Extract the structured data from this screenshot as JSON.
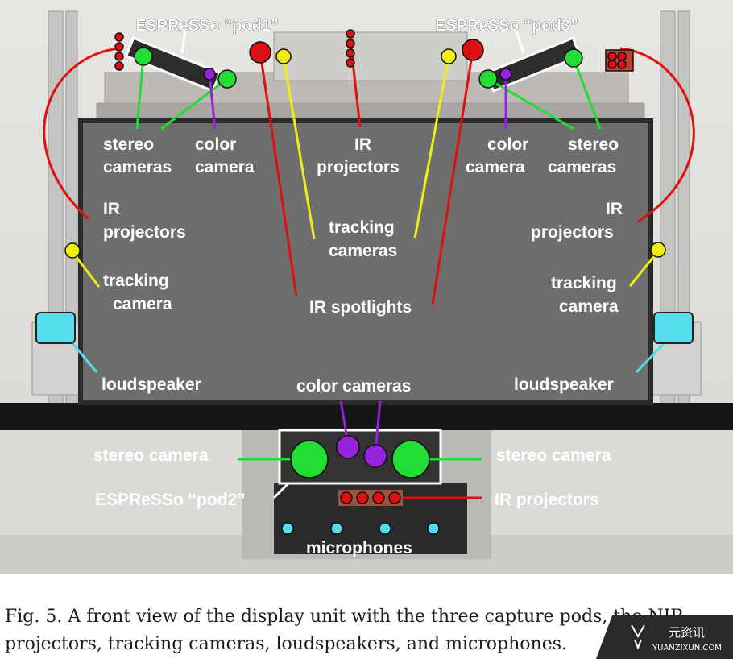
{
  "labels": {
    "pod1_title": "ESPReSSo “pod1”",
    "pod3_title": "ESPReSSo “pod3”",
    "pod2_title": "ESPReSSo “pod2”",
    "left_stereo": [
      "stereo",
      "cameras"
    ],
    "left_color": [
      "color",
      "camera"
    ],
    "center_ir": [
      "IR",
      "projectors"
    ],
    "right_color": [
      "color",
      "camera"
    ],
    "right_stereo": [
      "stereo",
      "cameras"
    ],
    "left_ir": [
      "IR",
      "projectors"
    ],
    "right_ir": [
      "IR",
      "projectors"
    ],
    "tracking_center": [
      "tracking",
      "cameras"
    ],
    "left_tracking": [
      "tracking",
      "camera"
    ],
    "right_tracking": [
      "tracking",
      "camera"
    ],
    "ir_spotlights": "IR spotlights",
    "left_loudspeaker": "loudspeaker",
    "right_loudspeaker": "loudspeaker",
    "color_cameras": "color cameras",
    "left_stereo_camera": "stereo camera",
    "right_stereo_camera": "stereo camera",
    "bottom_ir_projectors": "IR projectors",
    "microphones": "microphones"
  },
  "caption": {
    "line1": "Fig. 5.  A front view of the display unit with the three capture pods, the NIR",
    "line2": "projectors, tracking cameras, loudspeakers, and microphones."
  },
  "watermark": {
    "name": "元资讯",
    "url": "YUANZIXUN.COM"
  },
  "colors": {
    "stereo": "#22dd33",
    "color_camera": "#9922dd",
    "ir": "#dd1111",
    "tracking": "#eeee11",
    "speaker": "#55ddee",
    "screen": "#6e6e6e"
  }
}
